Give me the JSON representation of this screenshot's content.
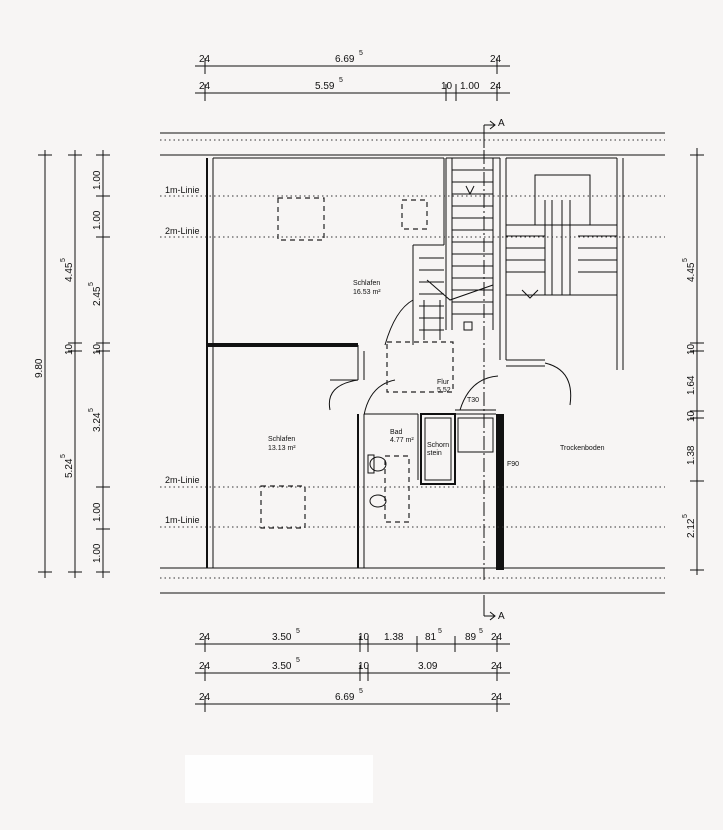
{
  "dimensions": {
    "top": [
      {
        "w1": "24",
        "mid": "6.69",
        "midSup": "5",
        "w2": "24"
      },
      {
        "w1": "24",
        "mid": "5.59",
        "midSup": "5",
        "w2": "10",
        "mid2": "1.00",
        "w3": "24"
      }
    ],
    "bottom": [
      {
        "a": "24",
        "b": "3.50",
        "bSup": "5",
        "c": "10",
        "d": "1.38",
        "e": "81",
        "eSup": "5",
        "f": "89",
        "fSup": "5",
        "g": "24"
      },
      {
        "a": "24",
        "b": "3.50",
        "bSup": "5",
        "c": "10",
        "d": "3.09",
        "g": "24"
      },
      {
        "a": "24",
        "b": "6.69",
        "bSup": "5",
        "g": "24"
      }
    ],
    "left": {
      "total": "9.80",
      "col2": [
        "4.45",
        "10",
        "5.24"
      ],
      "col2Sup": [
        "5",
        "",
        "5"
      ],
      "col3": [
        "1.00",
        "1.00",
        "2.45",
        "10",
        "3.24",
        "1.00",
        "1.00"
      ],
      "col3Sup": [
        "",
        "",
        "5",
        "",
        "5",
        "",
        ""
      ]
    },
    "right": {
      "values": [
        "4.45",
        "10",
        "1.64",
        "10",
        "1.38",
        "2.12"
      ],
      "sups": [
        "5",
        "",
        "",
        "",
        "",
        "5"
      ]
    }
  },
  "lines": {
    "m1": "1m-Linie",
    "m2": "2m-Linie"
  },
  "section": "A",
  "rooms": {
    "schlafen1": {
      "name": "Schlafen",
      "area": "16.53 m²"
    },
    "schlafen2": {
      "name": "Schlafen",
      "area": "13.13 m²"
    },
    "flur": {
      "name": "Flur",
      "area": "5.52"
    },
    "bad": {
      "name": "Bad",
      "area": "4.77 m²"
    },
    "schornstein": {
      "line1": "Schorn",
      "line2": "stein"
    },
    "trockenboden": "Trockenboden"
  },
  "doors": {
    "t30": "T30",
    "f90": "F90"
  }
}
